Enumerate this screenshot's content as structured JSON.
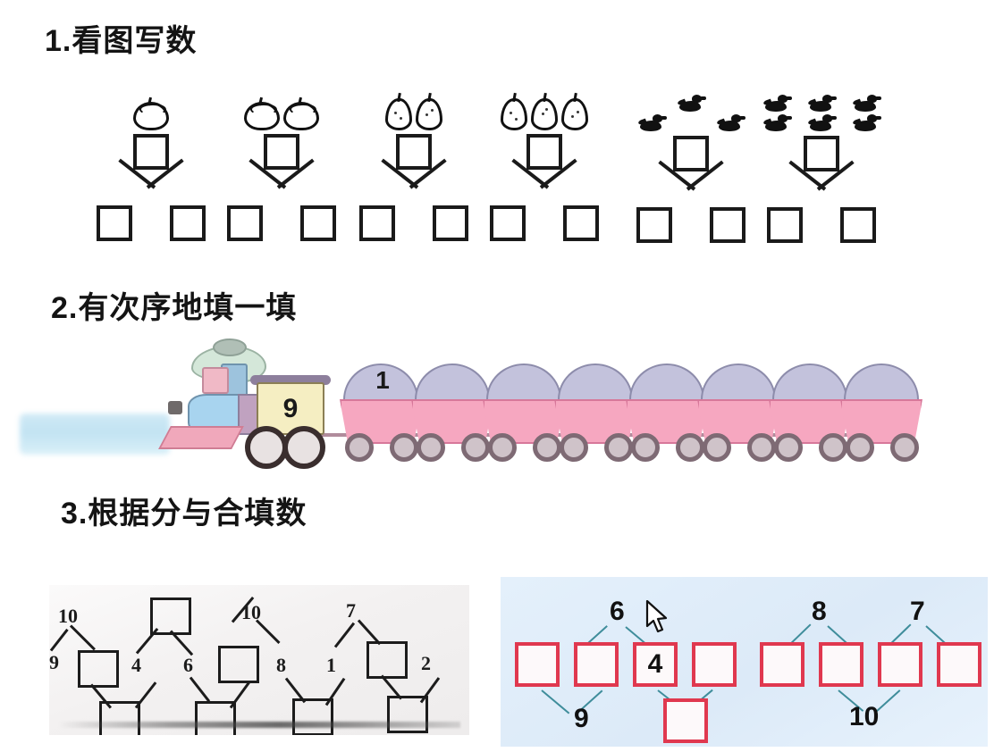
{
  "sections": {
    "s1": {
      "title": "1.看图写数"
    },
    "s2": {
      "title": "2.有次序地填一填"
    },
    "s3": {
      "title": "3.根据分与合填数"
    }
  },
  "section1": {
    "groups": [
      {
        "name": "apples",
        "icon": "apple-icon",
        "bonds": [
          {
            "count": 1,
            "top": "",
            "left": "",
            "right": ""
          },
          {
            "count": 2,
            "top": "",
            "left": "",
            "right": ""
          }
        ]
      },
      {
        "name": "pears",
        "icon": "pear-icon",
        "bonds": [
          {
            "count": 2,
            "top": "",
            "left": "",
            "right": ""
          },
          {
            "count": 3,
            "top": "",
            "left": "",
            "right": ""
          }
        ]
      },
      {
        "name": "ducks",
        "icon": "duck-icon",
        "bonds": [
          {
            "count": 3,
            "top": "",
            "left": "",
            "right": ""
          },
          {
            "count": 6,
            "top": "",
            "left": "",
            "right": ""
          }
        ]
      }
    ]
  },
  "section2": {
    "locomotive_number": "9",
    "cars": [
      "1",
      "",
      "",
      "",
      "",
      "",
      "",
      ""
    ]
  },
  "section3": {
    "photo": {
      "labels": [
        "10",
        "9",
        "4",
        "6",
        "10",
        "8",
        "1",
        "7",
        "2"
      ],
      "boxes": [
        "",
        "",
        "",
        "",
        "",
        "",
        "",
        "",
        ""
      ]
    },
    "panel": {
      "left_group": {
        "top_label": "6",
        "bottom_label": "9",
        "boxes": [
          "",
          "",
          "4",
          ""
        ],
        "extra_box": ""
      },
      "right_group": {
        "top_labels": [
          "8",
          "7"
        ],
        "bottom_label": "10",
        "boxes": [
          "",
          "",
          "",
          ""
        ]
      },
      "colors": {
        "box_border": "#e0384f",
        "link_line": "#3f8d9b",
        "background": "#e0edfa"
      }
    },
    "cursor": "mouse-pointer-icon"
  }
}
